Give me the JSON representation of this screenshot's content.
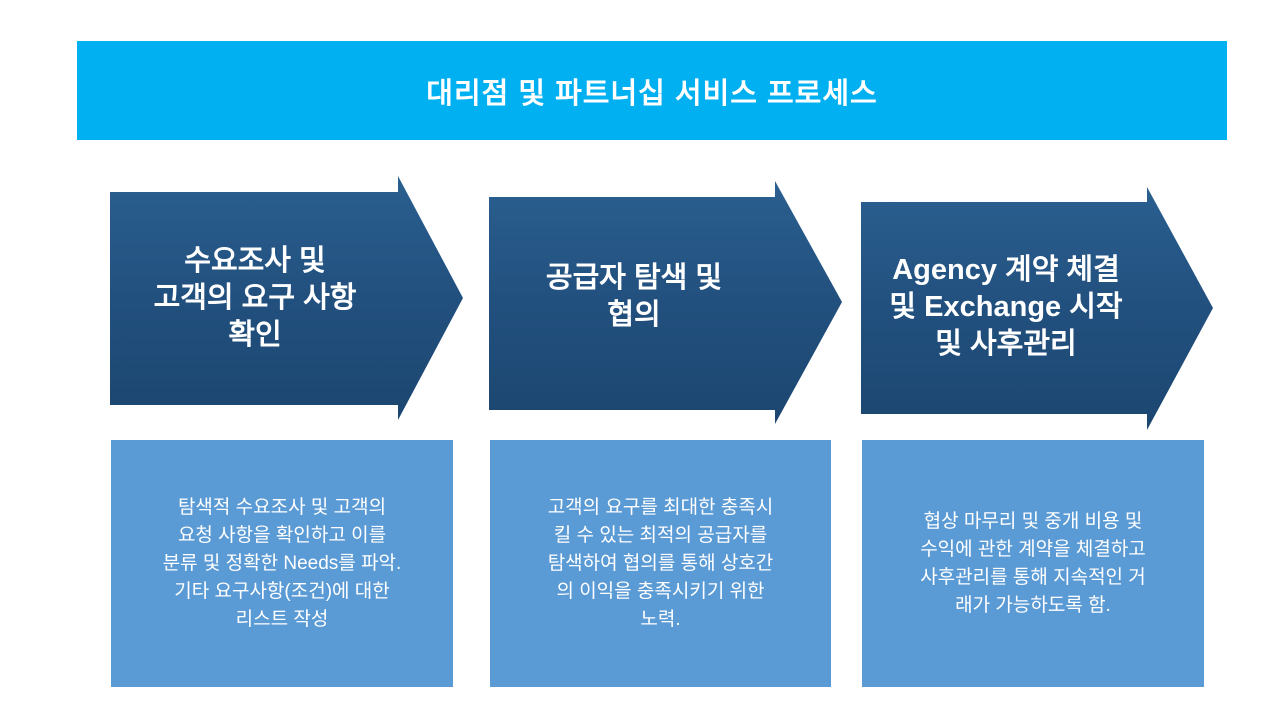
{
  "title": "대리점 및 파트너십 서비스 프로세스",
  "colors": {
    "title_bar": "#00b0f0",
    "arrow": "#1f4e79",
    "box": "#5b9bd5"
  },
  "steps": [
    {
      "heading": [
        "수요조사 및",
        "고객의 요구 사항",
        "확인"
      ],
      "description": [
        "탐색적 수요조사 및 고객의",
        "요청 사항을 확인하고 이를",
        "분류 및 정확한 Needs를 파악.",
        "기타 요구사항(조건)에 대한",
        "리스트 작성"
      ]
    },
    {
      "heading": [
        "공급자 탐색 및",
        "협의"
      ],
      "description": [
        "고객의 요구를 최대한 충족시",
        "킬 수 있는 최적의 공급자를",
        "탐색하여 협의를 통해 상호간",
        "의 이익을 충족시키기 위한",
        "노력."
      ]
    },
    {
      "heading": [
        "Agency 계약 체결",
        "및 Exchange 시작",
        "및 사후관리"
      ],
      "description": [
        "협상 마무리 및 중개 비용 및",
        "수익에 관한 계약을 체결하고",
        "사후관리를 통해 지속적인 거",
        "래가 가능하도록 함."
      ]
    }
  ]
}
